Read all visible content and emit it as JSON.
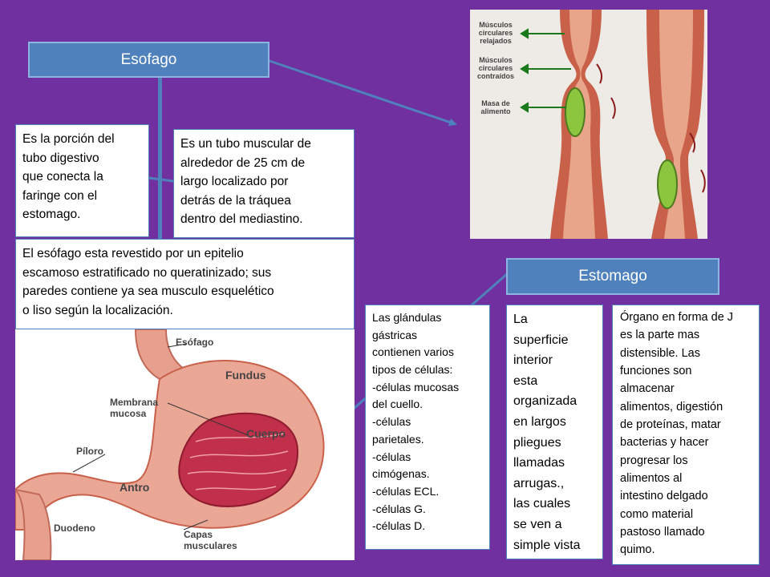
{
  "esofago": {
    "title": "Esofago",
    "box1": "Es la porción del\ntubo digestivo\nque conecta la\nfaringe con el\nestomago.",
    "box2": "Es un tubo muscular de\nalrededor de 25 cm de\nlargo localizado por\ndetrás de la tráquea\ndentro del mediastino.",
    "box3": "El esófago esta revestido por un epitelio\nescamoso estratificado no queratinizado; sus\nparedes contiene ya sea musculo esquelético\no liso según la localización."
  },
  "estomago": {
    "title": "Estomago",
    "box1": "Las glándulas\ngástricas\ncontienen varios\ntipos de células:\n-células mucosas\ndel cuello.\n-células\nparietales.\n-células\ncimógenas.\n-células ECL.\n-células G.\n-células D.",
    "box2": "La\nsuperficie\ninterior\nesta\norganizada\nen largos\npliegues\nllamadas\narrugas.,\nlas cuales\nse ven a\nsimple vista",
    "box3": "Órgano en forma de J\nes la parte mas\ndistensible. Las\nfunciones son\nalmacenar\nalimentos, digestión\nde proteínas, matar\nbacterias y hacer\nprogresar los\nalimentos al\nintestino delgado\ncomo material\npastoso llamado\nquimo."
  },
  "peristalsis_figure": {
    "label_relaxed": [
      "Músculos",
      "circulares",
      "relajados"
    ],
    "label_contracted": [
      "Músculos",
      "circulares",
      "contraídos"
    ],
    "label_bolus": [
      "Masa de",
      "alimento"
    ]
  },
  "stomach_figure": {
    "label_esofago": "Esófago",
    "label_fundus": "Fundus",
    "label_membrana": [
      "Membrana",
      "mucosa"
    ],
    "label_cuerpo": "Cuerpo",
    "label_piloro": "Píloro",
    "label_antro": "Antro",
    "label_duodeno": "Duodeno",
    "label_capas": [
      "Capas",
      "musculares"
    ]
  },
  "colors": {
    "background": "#7030a0",
    "header_fill": "#4f81bd",
    "connector": "#4f81bd",
    "arrow_green": "#1a7a1a",
    "bolus": "#8cc63f"
  }
}
